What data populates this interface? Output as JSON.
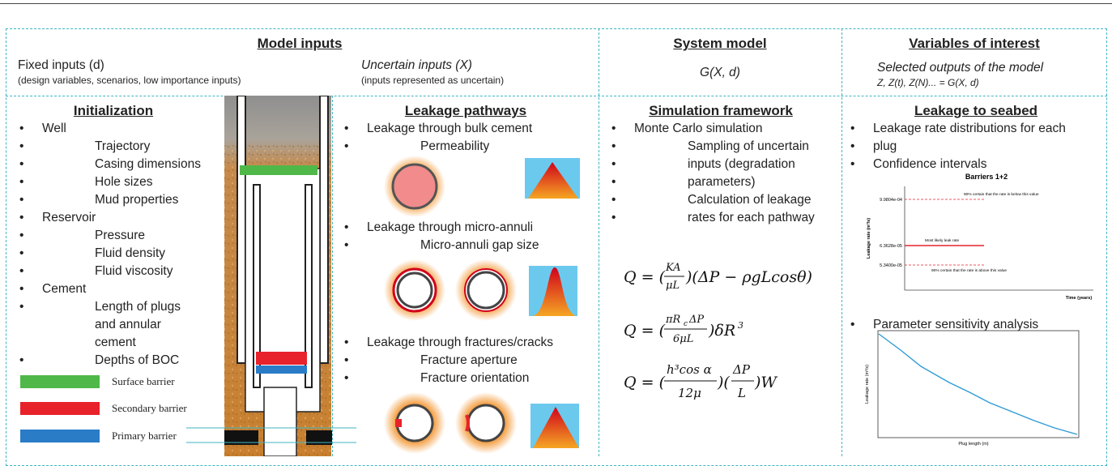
{
  "header": {
    "model_inputs": "Model inputs",
    "fixed_title": "Fixed inputs (d)",
    "fixed_sub": "(design variables, scenarios, low importance inputs)",
    "uncertain_title": "Uncertain inputs (X)",
    "uncertain_sub": "(inputs represented as uncertain)",
    "system_model": "System model",
    "system_eq": "G(X, d)",
    "variables": "Variables of interest",
    "variables_sub": "Selected outputs of the model",
    "variables_eq": "Z, Z(t), Z(N)... = G(X, d)"
  },
  "initialization": {
    "title": "Initialization",
    "items": [
      {
        "t": "Well",
        "lvl": 1
      },
      {
        "t": "Trajectory",
        "lvl": 2
      },
      {
        "t": "Casing dimensions",
        "lvl": 2
      },
      {
        "t": "Hole sizes",
        "lvl": 2
      },
      {
        "t": "Mud properties",
        "lvl": 2
      },
      {
        "t": "Reservoir",
        "lvl": 1
      },
      {
        "t": "Pressure",
        "lvl": 2
      },
      {
        "t": "Fluid density",
        "lvl": 2
      },
      {
        "t": "Fluid viscosity",
        "lvl": 2
      },
      {
        "t": "Cement",
        "lvl": 1
      },
      {
        "t": "Length of plugs",
        "lvl": 2
      },
      {
        "t": "and annular",
        "lvl": 2,
        "cont": true
      },
      {
        "t": "cement",
        "lvl": 2,
        "cont": true
      },
      {
        "t": "Depths of BOC",
        "lvl": 2
      }
    ],
    "legend": [
      {
        "label": "Surface barrier",
        "color": "#4fb848"
      },
      {
        "label": "Secondary barrier",
        "color": "#e8222b"
      },
      {
        "label": "Primary barrier",
        "color": "#2a7cc7"
      }
    ]
  },
  "leakage": {
    "title": "Leakage pathways",
    "l1": "Leakage through bulk cement",
    "l1a": "Permeability",
    "l2": "Leakage through micro-annuli",
    "l2a": "Micro-annuli gap size",
    "l3": "Leakage through fractures/cracks",
    "l3a": "Fracture aperture",
    "l3b": "Fracture orientation"
  },
  "simulation": {
    "title": "Simulation framework",
    "s1": "Monte Carlo simulation",
    "s1a_1": "Sampling of uncertain",
    "s1a_2": "inputs (degradation",
    "s1a_3": "parameters)",
    "s1b_1": "Calculation of leakage",
    "s1b_2": "rates for each pathway"
  },
  "seabed": {
    "title": "Leakage to seabed",
    "b1_1": "Leakage rate distributions for each",
    "b1_2": "plug",
    "b2": "Confidence intervals",
    "b3": "Parameter sensitivity analysis",
    "chart1": {
      "title": "Barriers 1+2",
      "ylabel": "Leakage rate (m³/s)",
      "xlabel": "Time (years)",
      "ticks": [
        "9.9804e-04",
        "6.3628e-05",
        "5.3400e-05"
      ],
      "ann_top": "90% certain that the rate is below this value",
      "ann_mid": "Most likely leak rate",
      "ann_bot": "90% certain that the rate is above this value"
    },
    "chart2": {
      "ylabel": "Leakage rate (m³/s)",
      "xlabel": "Plug length (m)"
    }
  },
  "colors": {
    "accent": "#3fb6c2",
    "green": "#4fb848",
    "red": "#e8222b",
    "blue": "#2a7cc7",
    "orange": "#f39a3a"
  }
}
